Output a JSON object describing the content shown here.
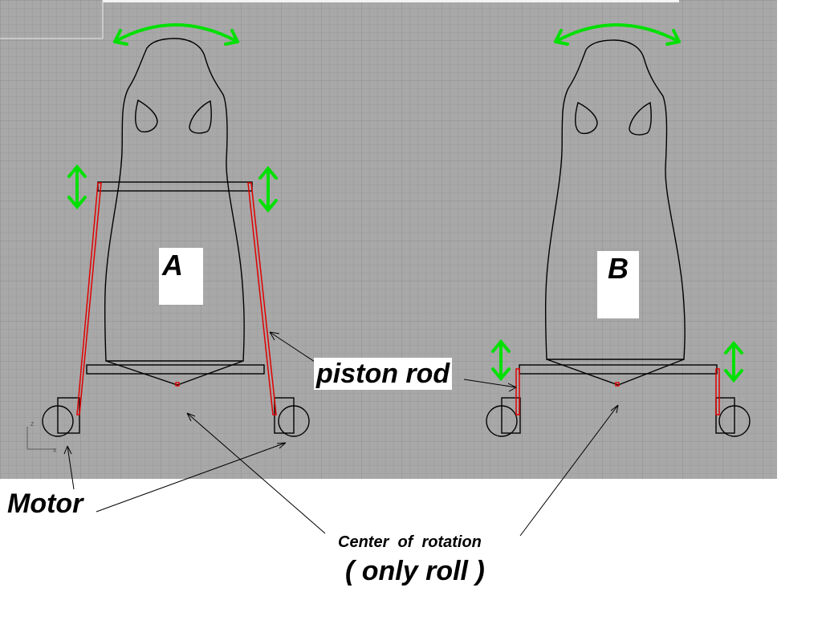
{
  "diagram": {
    "labels": {
      "seat_a": "A",
      "seat_b": "B",
      "piston_rod": "piston rod",
      "motor": "Motor",
      "center_line1": "Center  of  rotation",
      "center_line2": "( only roll )"
    },
    "axis": {
      "z": "z",
      "x": "x"
    },
    "colors": {
      "grid_background": "#a8a8a8",
      "grid_line": "#9c9c9c",
      "outline": "#000000",
      "piston": "#e00000",
      "arrow": "#00e000",
      "label_box": "#ffffff"
    },
    "icons": {
      "motion_arrow": "double-headed-arrow-icon",
      "axis": "axis-gizmo-icon"
    }
  }
}
